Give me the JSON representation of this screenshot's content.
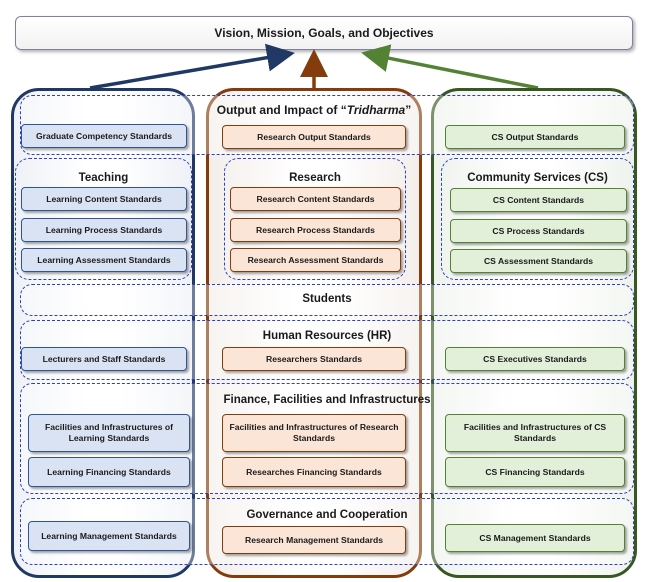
{
  "title": "Vision, Mission, Goals, and Objectives",
  "columns": {
    "teaching": {
      "heading": "Teaching"
    },
    "research": {
      "heading_prefix": "Output and Impact of “",
      "heading_em": "Tridharma",
      "heading_suffix": "”",
      "sub_heading": "Research"
    },
    "community": {
      "heading": "Community Services (CS)"
    }
  },
  "bands": {
    "students": "Students",
    "hr": "Human Resources (HR)",
    "finance": "Finance, Facilities and Infrastructures",
    "governance": "Governance and Cooperation"
  },
  "boxes": {
    "graduate_competency": "Graduate Competency Standards",
    "research_output": "Research Output Standards",
    "cs_output": "CS Output Standards",
    "learning_content": "Learning Content Standards",
    "learning_process": "Learning Process Standards",
    "learning_assessment": "Learning Assessment Standards",
    "research_content": "Research Content Standards",
    "research_process": "Research Process Standards",
    "research_assessment": "Research Assessment Standards",
    "cs_content": "CS Content Standards",
    "cs_process": "CS Process Standards",
    "cs_assessment": "CS Assessment Standards",
    "lecturers_staff": "Lecturers and Staff Standards",
    "researchers": "Researchers Standards",
    "cs_executives": "CS Executives Standards",
    "facilities_learning": "Facilities and Infrastructures of Learning Standards",
    "facilities_research": "Facilities and Infrastructures of Research Standards",
    "facilities_cs": "Facilities and Infrastructures of CS Standards",
    "learning_financing": "Learning Financing Standards",
    "researches_financing": "Researches Financing Standards",
    "cs_financing": "CS Financing Standards",
    "learning_management": "Learning Management Standards",
    "research_management": "Research Management Standards",
    "cs_management": "CS Management Standards"
  },
  "colors": {
    "teaching": "#1f3864",
    "research": "#843c0c",
    "community": "#385723",
    "dashed": "#2f3fbf"
  }
}
